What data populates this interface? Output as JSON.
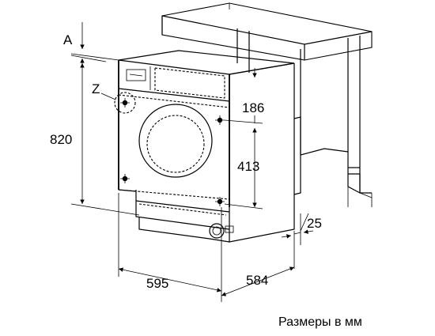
{
  "labels": {
    "marker_a": "A",
    "marker_z": "Z",
    "height": "820",
    "top_offset": "186",
    "hole_spacing": "413",
    "width": "595",
    "depth": "584",
    "clearance": "25"
  },
  "caption": "Размеры в мм"
}
